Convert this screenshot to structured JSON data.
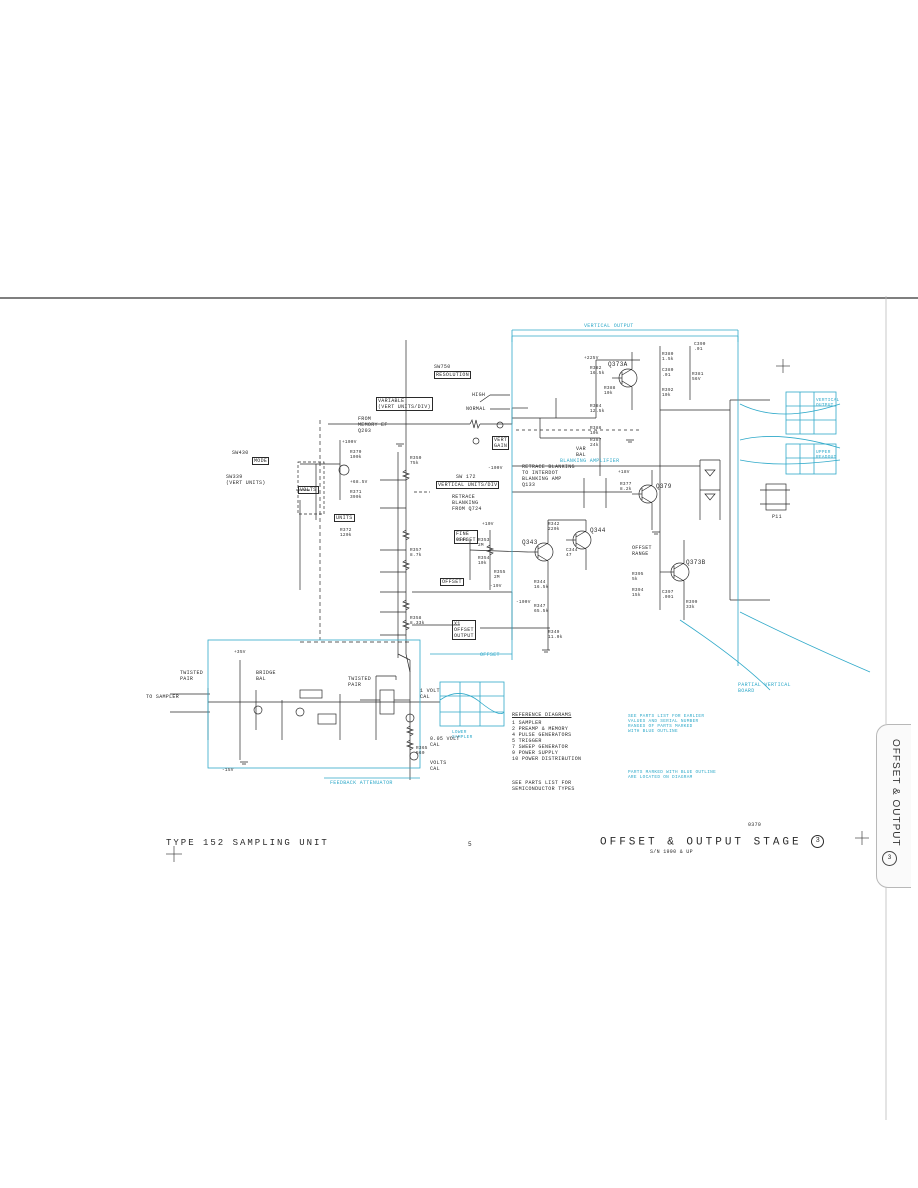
{
  "sheet": {
    "unit_title": "TYPE 152 SAMPLING UNIT",
    "page_number": "5",
    "stage_title": "OFFSET & OUTPUT STAGE",
    "stage_number": "3",
    "serial": "S/N 1990 & UP",
    "drawing_code": "0370",
    "tab_label": "OFFSET & OUTPUT",
    "tab_number": "3"
  },
  "sections": {
    "vertical_output": "VERTICAL OUTPUT",
    "offset": "OFFSET",
    "feedback_attenuator": "FEEDBACK ATTENUATOR",
    "blanking_amplifier": "BLANKING AMPLIFIER",
    "partial_vertical_board": "PARTIAL VERTICAL\nBOARD",
    "output_display": "VERTICAL\nOUTPUT",
    "readout_display": "UPPER\nREADOUT",
    "sampler_display": "LOWER\nSAMPLER"
  },
  "controls": {
    "resolution": "RESOLUTION",
    "resolution_ref": "SW750",
    "variable": "VARIABLE\n(VERT UNITS/DIV)",
    "mode": "MODE",
    "mode_ref": "SW430",
    "volts": "VOLTS",
    "units": "UNITS",
    "vert_units_ref": "SW339\n(VERT UNITS)",
    "vertical_units_div": "VERTICAL UNITS/DIV",
    "vertical_units_ref": "SW 172",
    "fine_offset": "FINE\nOFFSET",
    "offset": "OFFSET",
    "vert_gain": "VERT\nGAIN",
    "var_bal": "VAR\nBAL",
    "offset_output": "X1\nOFFSET\nOUTPUT",
    "offset_range": "OFFSET\nRANGE",
    "volt_cal": "1 VOLT\nCAL",
    "volt_cal_005": "0.05 VOLT\nCAL",
    "volts_cal": "VOLTS\nCAL",
    "bridge_bal": "BRIDGE\nBAL",
    "twisted_pair": "TWISTED\nPAIR",
    "twisted_pair_2": "TWISTED\nPAIR"
  },
  "transistors": [
    "Q373A",
    "Q373B",
    "Q379",
    "Q343",
    "Q344"
  ],
  "notes": {
    "from_memory": "FROM\nMEMORY EF\nQ203",
    "retrace_blanking": "RETRACE BLANKING\nTO INTERDOT\nBLANKING AMP\nQ133",
    "retrace_blanking_2": "RETRACE\nBLANKING\nFROM Q724",
    "to_sampler": "TO SAMPLER",
    "high": "HIGH",
    "normal": "NORMAL",
    "p11": "P11",
    "see_parts_list": "SEE PARTS LIST FOR\nSEMICONDUCTOR TYPES",
    "blue_note": "SEE PARTS LIST FOR EARLIER\nVALUES AND SERIAL NUMBER\nRANGES OF PARTS MARKED\nWITH BLUE OUTLINE",
    "blue_note_2": "PARTS MARKED WITH BLUE OUTLINE\nARE LOCATED ON DIAGRAM"
  },
  "reference_diagrams": {
    "heading": "REFERENCE DIAGRAMS",
    "items": [
      {
        "num": "1",
        "label": "SAMPLER"
      },
      {
        "num": "2",
        "label": "PREAMP & MEMORY"
      },
      {
        "num": "4",
        "label": "PULSE GENERATORS"
      },
      {
        "num": "5",
        "label": "TRIGGER"
      },
      {
        "num": "7",
        "label": "SWEEP GENERATOR"
      },
      {
        "num": "9",
        "label": "POWER SUPPLY"
      },
      {
        "num": "10",
        "label": "POWER DISTRIBUTION"
      }
    ]
  },
  "components": {
    "r380": "R380\n1.5k",
    "c380": "C380\n.01",
    "r381": "R381\n56V",
    "r382": "R382\n16.5k",
    "r384": "R384\n12.5k",
    "r386": "R386\n10k",
    "r387": "R387\n24k",
    "r388": "R388\n10k",
    "r370": "R370\n100k",
    "r371": "R371\n390k",
    "r372": "R372\n120k",
    "r350": "R350\n75k",
    "r357": "R357\n8.7k",
    "r358": "R358\n8.33k",
    "r342": "R342\n220k",
    "r344": "R344\n16.5k",
    "r347": "R347\n65.5k",
    "r349": "R349\n11.0k",
    "r353": "R353\n2M",
    "r354": "R354\n10k",
    "r355": "R355\n2M",
    "r365": "R365\n560",
    "r392": "R392\n10k",
    "r394": "R394\n15k",
    "r395": "R395\n5k",
    "r399": "R399\n33k",
    "c344": "C344\n47",
    "c390": "C390\n.01",
    "c397": "C397\n.001",
    "r377": "R377\n8.2k"
  },
  "voltages": [
    "+225V",
    "+100V",
    "-100V",
    "+19V",
    "-19V",
    "+10V",
    "+35V",
    "-15V",
    "+18V",
    "+68.5V",
    "-100V"
  ],
  "colors": {
    "ink": "#2a2a2a",
    "blue_overlay": "#2fa9c9",
    "background": "#ffffff"
  }
}
